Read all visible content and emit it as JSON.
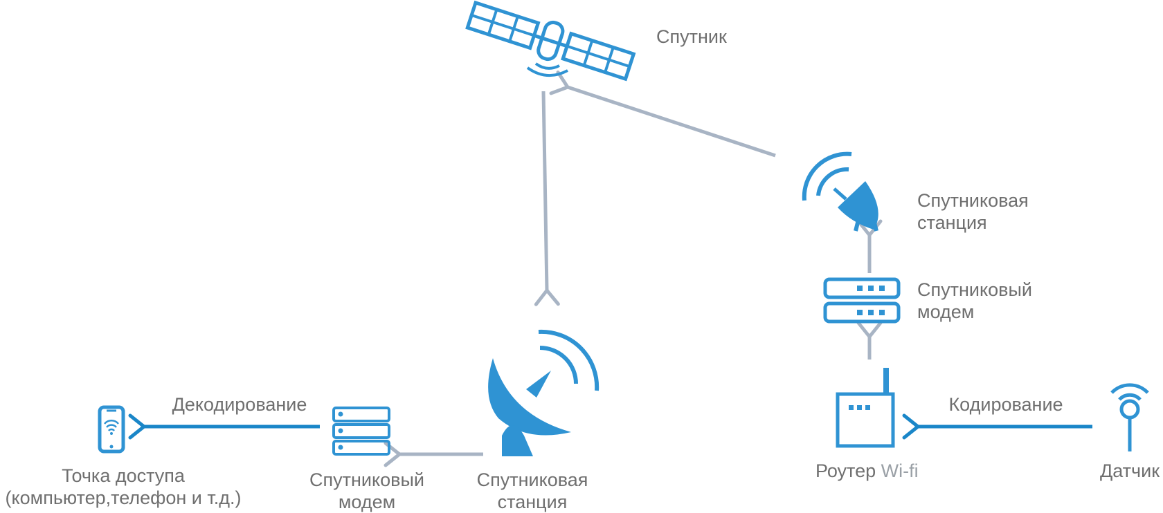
{
  "labels": {
    "satellite": "Спутник",
    "right_station_line1": "Спутниковая",
    "right_station_line2": "станция",
    "right_modem_line1": "Спутниковый",
    "right_modem_line2": "модем",
    "router_word": "Роутер",
    "router_wifi": "Wi-fi",
    "sensor": "Датчик",
    "encoding": "Кодирование",
    "decoding": "Декодирование",
    "left_station_line1": "Спутниковая",
    "left_station_line2": "станция",
    "left_modem_line1": "Спутниковый",
    "left_modem_line2": "модем",
    "access_point_line1": "Точка доступа",
    "access_point_line2": "(компьютер,телефон и т.д.)"
  },
  "colors": {
    "icon_blue": "#2f93d3",
    "flow_blue": "#1a86c8",
    "arrow_gray": "#a8b4c4",
    "text_gray": "#6f6f6f",
    "wifi_gray": "#9aa0a6"
  }
}
